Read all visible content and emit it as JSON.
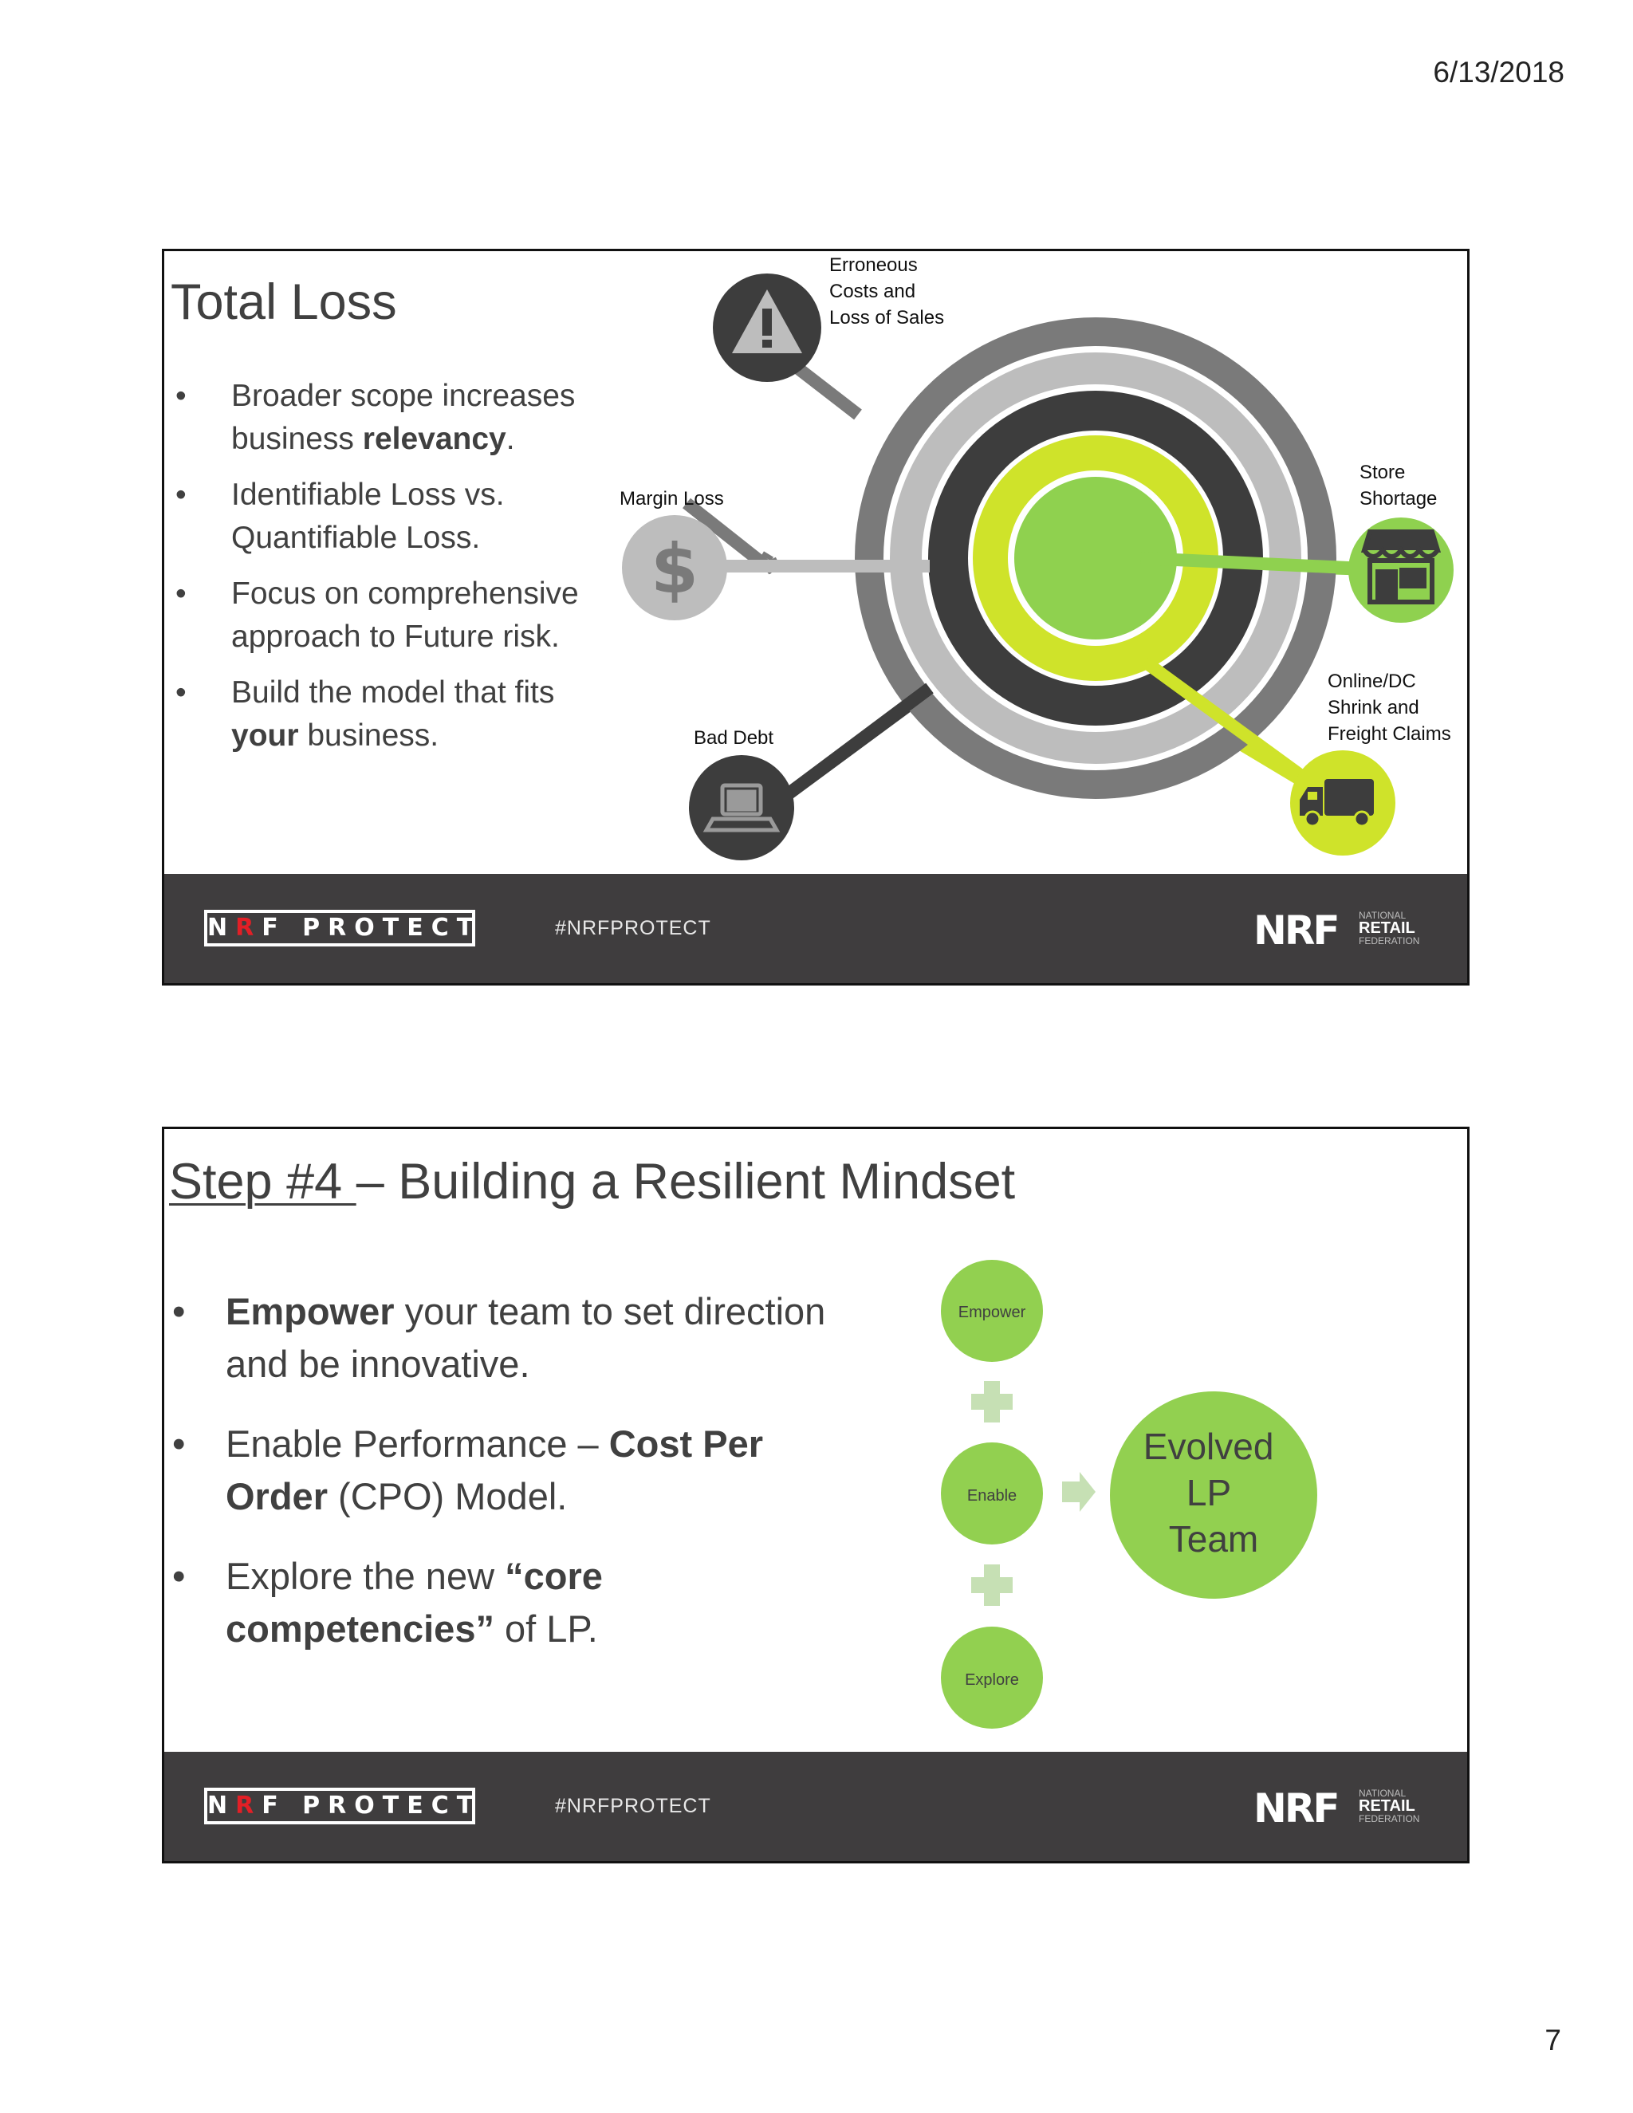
{
  "page": {
    "date": "6/13/2018",
    "number": "7"
  },
  "footer": {
    "logo_n": "N",
    "logo_r": "R",
    "logo_rest": "F PROTECT",
    "hashtag": "#NRFPROTECT",
    "nrf_letters": "NRF",
    "nrf_tag_line1": "NATIONAL",
    "nrf_tag_line2": "RETAIL",
    "nrf_tag_line3": "FEDERATION"
  },
  "slide1": {
    "title": "Total Loss",
    "bullets": [
      {
        "pre": "Broader scope increases business ",
        "bold": "relevancy",
        "post": "."
      },
      {
        "pre": "Identifiable Loss vs. Quantifiable Loss.",
        "bold": "",
        "post": ""
      },
      {
        "pre": "Focus on comprehensive approach to Future risk.",
        "bold": "",
        "post": ""
      },
      {
        "pre": "Build the model that fits ",
        "bold": "your",
        "post": " business."
      }
    ],
    "diagram": {
      "erroneous": [
        "Erroneous",
        "Costs and",
        "Loss of Sales"
      ],
      "store": [
        "Store",
        "Shortage"
      ],
      "margin": [
        "Margin Loss"
      ],
      "online": [
        "Online/DC",
        "Shrink and",
        "Freight Claims"
      ],
      "baddebt": [
        "Bad Debt"
      ],
      "dollar_symbol": "$",
      "colors": {
        "lime": "#cfe32a",
        "green": "#8fd14f",
        "dark": "#3d3d3d",
        "gray": "#7a7a7a",
        "lightgray": "#bdbdbd"
      }
    }
  },
  "slide2": {
    "title_underlined": "Step #4 ",
    "title_dash": "–",
    "title_rest": " Building a Resilient Mindset",
    "bullets": [
      {
        "parts": [
          {
            "b": true,
            "t": "Empower"
          },
          {
            "b": false,
            "t": " your team to set direction and be innovative."
          }
        ]
      },
      {
        "parts": [
          {
            "b": false,
            "t": "Enable Performance – "
          },
          {
            "b": true,
            "t": "Cost Per Order"
          },
          {
            "b": false,
            "t": " (CPO) Model."
          }
        ]
      },
      {
        "parts": [
          {
            "b": false,
            "t": "Explore the new "
          },
          {
            "b": true,
            "t": "“core competencies”"
          },
          {
            "b": false,
            "t": " of LP."
          }
        ]
      }
    ],
    "diagram": {
      "nodes": [
        "Empower",
        "Enable",
        "Explore"
      ],
      "result": [
        "Evolved",
        "LP",
        "Team"
      ],
      "colors": {
        "node": "#92d050",
        "connector": "#c6e0b4"
      }
    }
  }
}
